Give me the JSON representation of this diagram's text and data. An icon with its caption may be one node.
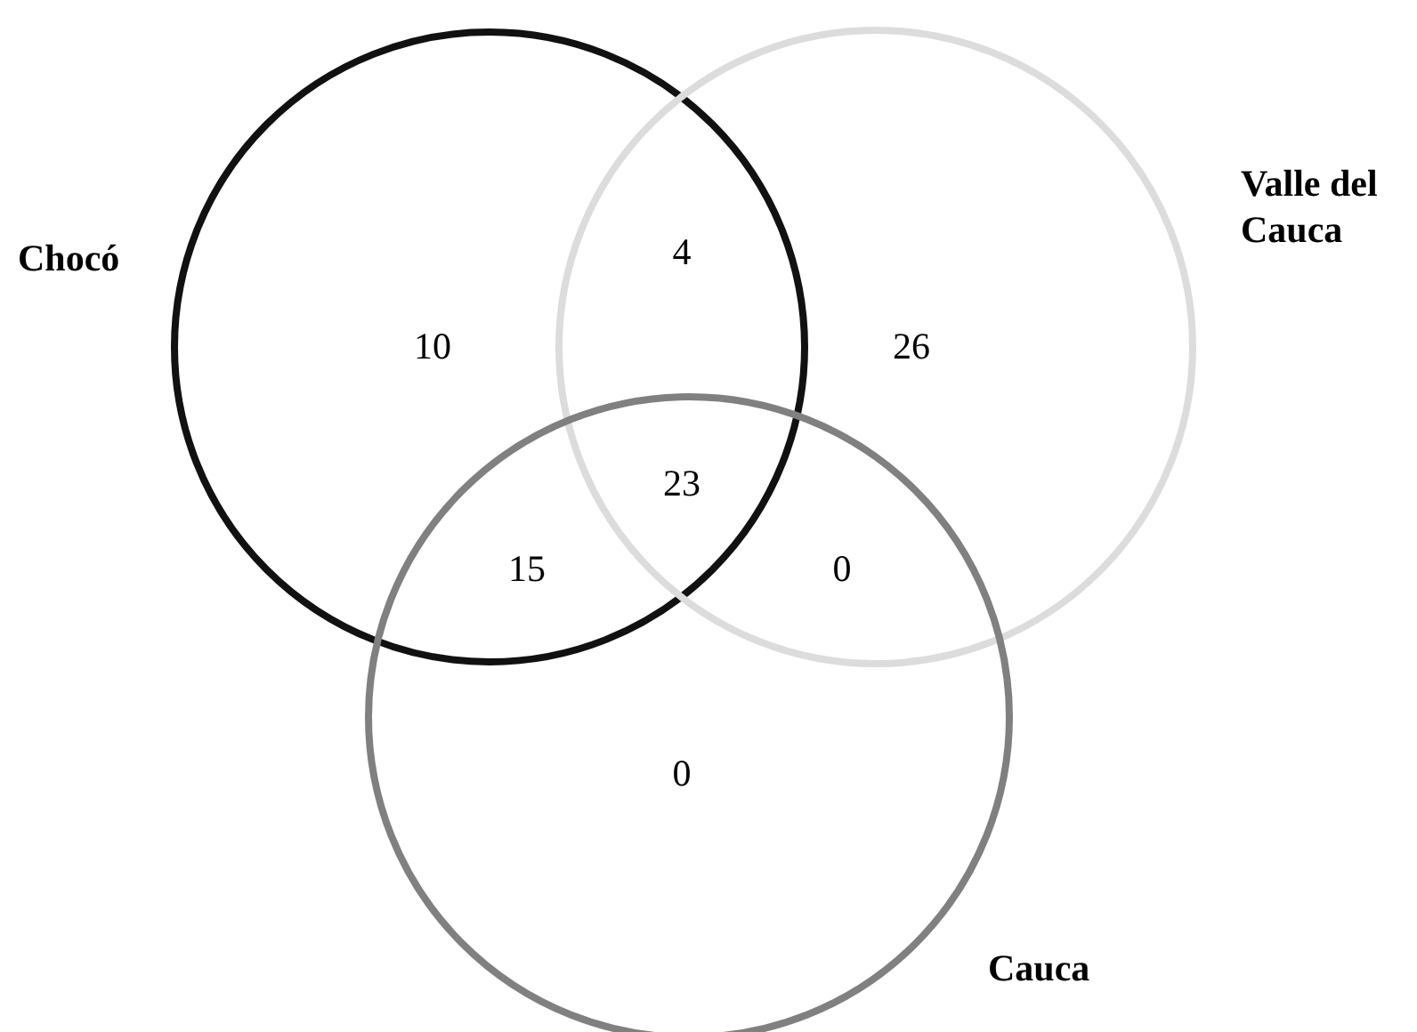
{
  "diagram": {
    "nodes": [
      {
        "text": [
          "Chocó"
        ]
      },
      {
        "text": [
          "Valle del Cauca"
        ]
      },
      {
        "text": [
          "Cauca"
        ]
      }
    ],
    "labels": [
      "4",
      "10",
      "26",
      "23",
      "15",
      "0",
      "0"
    ]
  }
}
